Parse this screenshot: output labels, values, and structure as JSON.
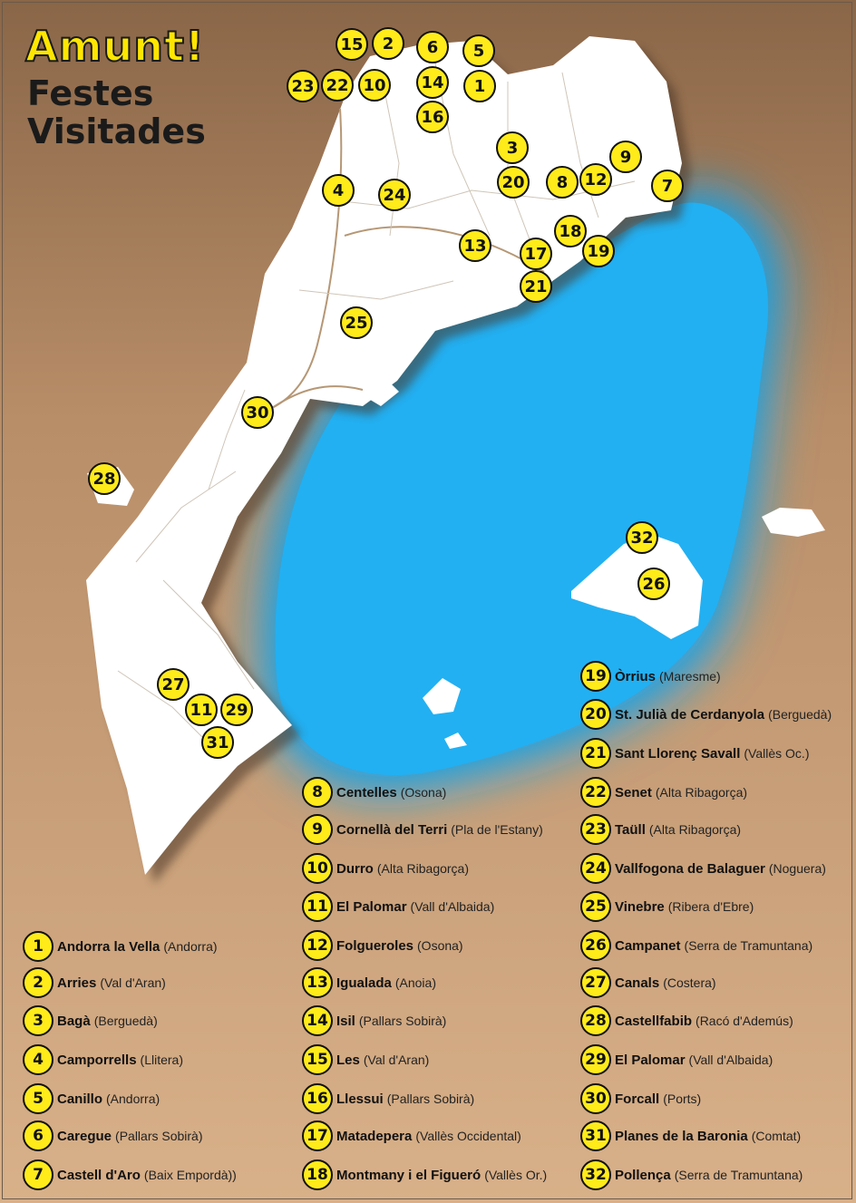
{
  "title": "Amunt!",
  "subtitle_lines": [
    "Festes",
    "Visitades"
  ],
  "colors": {
    "background_top": "#8a6648",
    "background_bottom": "#d5ad85",
    "sea": "#1aa3e8",
    "land": "#ffffff",
    "marker_fill": "#ffeb1a",
    "marker_stroke": "#111111"
  },
  "map_markers": [
    "1",
    "2",
    "3",
    "4",
    "5",
    "6",
    "7",
    "8",
    "9",
    "10",
    "11",
    "12",
    "13",
    "14",
    "15",
    "16",
    "17",
    "18",
    "19",
    "20",
    "21",
    "22",
    "23",
    "24",
    "25",
    "26",
    "27",
    "28",
    "29",
    "30",
    "31",
    "32"
  ],
  "legend": [
    {
      "number": "1",
      "name": "Andorra la Vella",
      "region": "(Andorra)"
    },
    {
      "number": "2",
      "name": "Arries",
      "region": "(Val d'Aran)"
    },
    {
      "number": "3",
      "name": "Bagà",
      "region": "(Berguedà)"
    },
    {
      "number": "4",
      "name": "Camporrells",
      "region": "(Llitera)"
    },
    {
      "number": "5",
      "name": "Canillo",
      "region": "(Andorra)"
    },
    {
      "number": "6",
      "name": "Caregue",
      "region": "(Pallars Sobirà)"
    },
    {
      "number": "7",
      "name": "Castell d'Aro",
      "region": "(Baix Empordà))"
    },
    {
      "number": "8",
      "name": "Centelles",
      "region": "(Osona)"
    },
    {
      "number": "9",
      "name": "Cornellà del Terri",
      "region": "(Pla de l'Estany)"
    },
    {
      "number": "10",
      "name": "Durro",
      "region": "(Alta Ribagorça)"
    },
    {
      "number": "11",
      "name": "El Palomar",
      "region": "(Vall d'Albaida)"
    },
    {
      "number": "12",
      "name": "Folgueroles",
      "region": "(Osona)"
    },
    {
      "number": "13",
      "name": "Igualada",
      "region": "(Anoia)"
    },
    {
      "number": "14",
      "name": "Isil",
      "region": "(Pallars Sobirà)"
    },
    {
      "number": "15",
      "name": "Les",
      "region": "(Val d'Aran)"
    },
    {
      "number": "16",
      "name": "Llessui",
      "region": "(Pallars Sobirà)"
    },
    {
      "number": "17",
      "name": "Matadepera",
      "region": "(Vallès Occidental)"
    },
    {
      "number": "18",
      "name": "Montmany i el Figueró",
      "region": "(Vallès Or.)"
    },
    {
      "number": "19",
      "name": "Òrrius",
      "region": "(Maresme)"
    },
    {
      "number": "20",
      "name": "St. Julià de Cerdanyola",
      "region": "(Berguedà)"
    },
    {
      "number": "21",
      "name": "Sant Llorenç Savall",
      "region": "(Vallès Oc.)"
    },
    {
      "number": "22",
      "name": "Senet",
      "region": "(Alta Ribagorça)"
    },
    {
      "number": "23",
      "name": "Taüll",
      "region": "(Alta Ribagorça)"
    },
    {
      "number": "24",
      "name": "Vallfogona de Balaguer",
      "region": "(Noguera)"
    },
    {
      "number": "25",
      "name": "Vinebre",
      "region": "(Ribera d'Ebre)"
    },
    {
      "number": "26",
      "name": "Campanet",
      "region": "(Serra de Tramuntana)"
    },
    {
      "number": "27",
      "name": "Canals",
      "region": "(Costera)"
    },
    {
      "number": "28",
      "name": "Castellfabib",
      "region": "(Racó d'Ademús)"
    },
    {
      "number": "29",
      "name": "El Palomar",
      "region": "(Vall d'Albaida)"
    },
    {
      "number": "30",
      "name": "Forcall",
      "region": "(Ports)"
    },
    {
      "number": "31",
      "name": "Planes de la Baronia",
      "region": "(Comtat)"
    },
    {
      "number": "32",
      "name": "Pollença",
      "region": "(Serra de Tramuntana)"
    }
  ]
}
